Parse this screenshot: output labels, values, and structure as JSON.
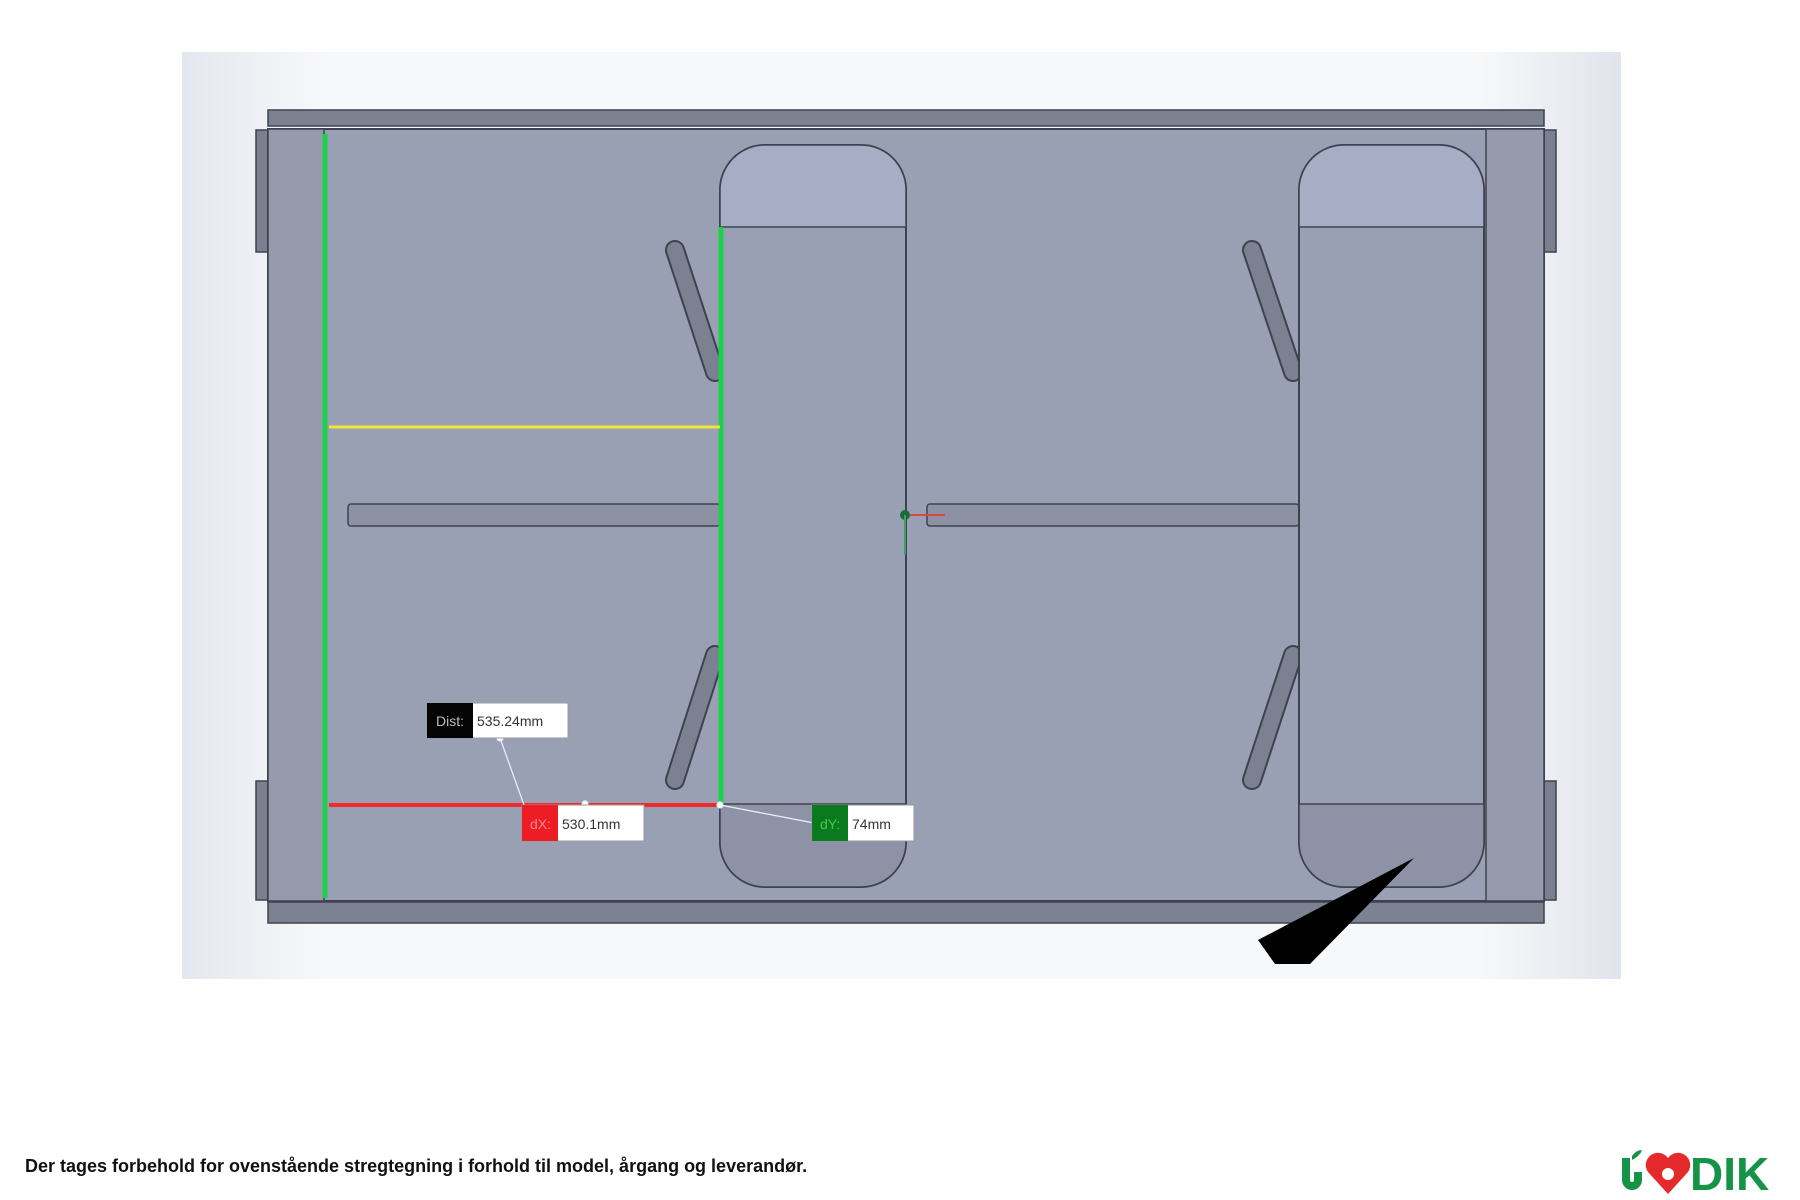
{
  "drawing": {
    "measurements": {
      "dist_label": "Dist:",
      "dist_value": "535.24mm",
      "dx_label": "dX:",
      "dx_value": "530.1mm",
      "dy_label": "dY:",
      "dy_value": "74mm"
    },
    "colors": {
      "plate": "#9aa0b3",
      "frame": "#6b7080",
      "green": "#1ed14a",
      "yellow": "#f0e63a",
      "red": "#ee2a2a"
    }
  },
  "footer": {
    "disclaimer": "Der tages forbehold for ovenstående stregtegning i forhold til model, årgang og leverandør."
  },
  "logo": {
    "text": "GODIK",
    "green": "#159447",
    "red": "#e52a2e"
  }
}
